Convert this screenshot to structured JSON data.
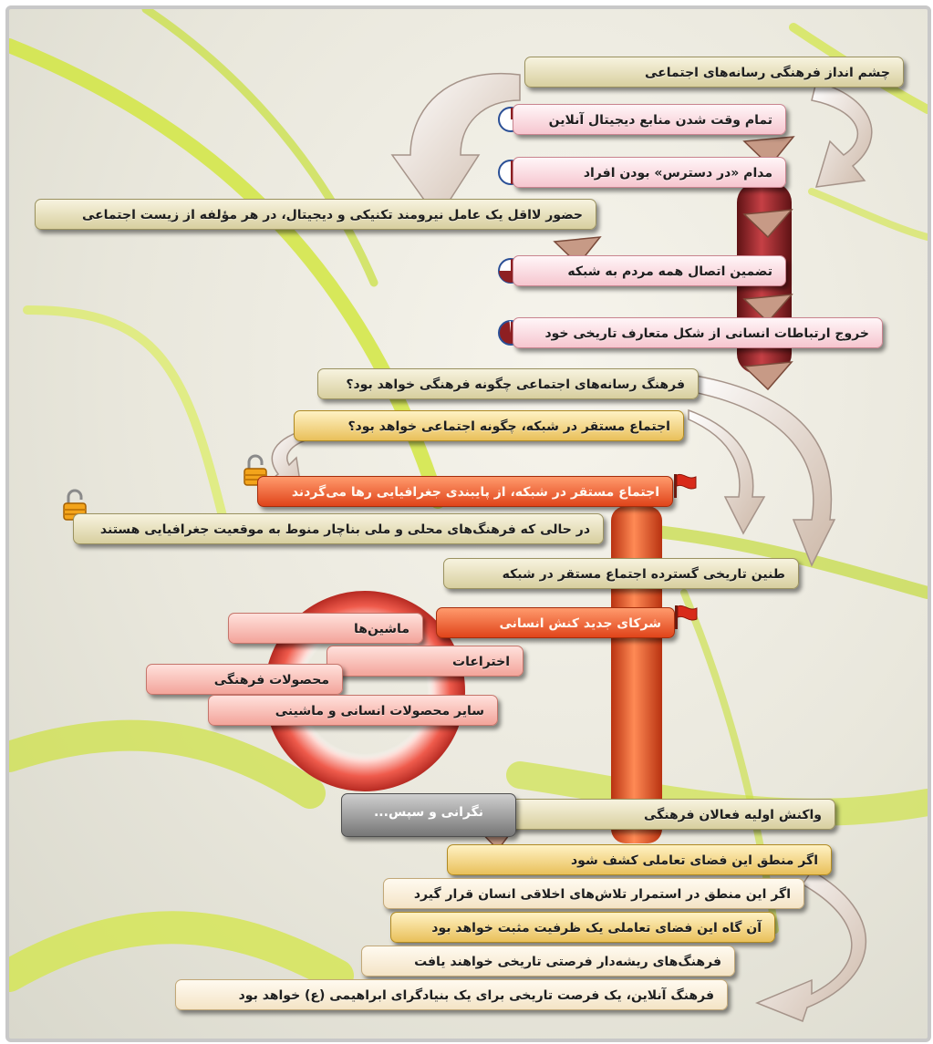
{
  "nodes": {
    "main_title": "چشم انداز فرهنگی رسانه‌های اجتماعی",
    "n1": "تمام وقت شدن منابع دیجیتال آنلاین",
    "n2": "مدام «در دسترس» بودن افراد",
    "n3": "حضور لااقل یک عامل نیرومند تکنیکی و دیجیتال، در هر مؤلفه از زیست اجتماعی",
    "n4": "تضمین اتصال همه مردم به شبکه",
    "n5": "خروج ارتباطات انسانی از شکل متعارف تاریخی خود",
    "q1": "فرهنگ رسانه‌های اجتماعی چگونه فرهنگی خواهد بود؟",
    "q2": "اجتماع مستقر در شبکه، چگونه اجتماعی خواهد بود؟",
    "r1": "اجتماع مستقر در شبکه، از پایبندی جغرافیایی رها می‌گردند",
    "r2": "در حالی که فرهنگ‌های محلی و ملی بناچار منوط به موقعیت جغرافیایی هستند",
    "r3": "طنین تاریخی گسترده اجتماع مستقر در شبکه",
    "r4": "شرکای جدید کنش انسانی",
    "p1": "ماشین‌ها",
    "p2": "اختراعات",
    "p3": "محصولات فرهنگی",
    "p4": "سایر محصولات انسانی و ماشینی",
    "reaction": "واکنش اولیه فعالان فرهنگی",
    "worry": "نگرانی و سپس...",
    "c1": "اگر منطق این فضای تعاملی کشف شود",
    "c2": "اگر این منطق در استمرار تلاش‌های اخلاقی انسان قرار گیرد",
    "c3": "آن گاه این فضای تعاملی یک ظرفیت مثبت خواهد بود",
    "c4": "فرهنگ‌های ریشه‌دار فرصتی تاریخی خواهند یافت",
    "c5": "فرهنگ آنلاین، یک فرصت تاریخی برای یک بنیادگرای ابراهیمی (ع) خواهد بود"
  },
  "progress_icons": [
    {
      "node": "n1",
      "fraction": 0.25
    },
    {
      "node": "n2",
      "fraction": 0.5
    },
    {
      "node": "n4",
      "fraction": 0.75
    },
    {
      "node": "n5",
      "fraction": 0.97
    }
  ],
  "icons": [
    "progress-pie-icon",
    "padlock-icon",
    "red-flag-icon",
    "triangle-connector-icon",
    "curved-arrow-icon"
  ],
  "colors": {
    "olive": "#d8cf9f",
    "pink": "#f6c6cf",
    "gold": "#e9c05a",
    "orange": "#e0441a",
    "grey": "#767676",
    "salmon": "#f3a49a",
    "stem_red": "#8e1f22",
    "leaf_green": "#b7d83a"
  }
}
